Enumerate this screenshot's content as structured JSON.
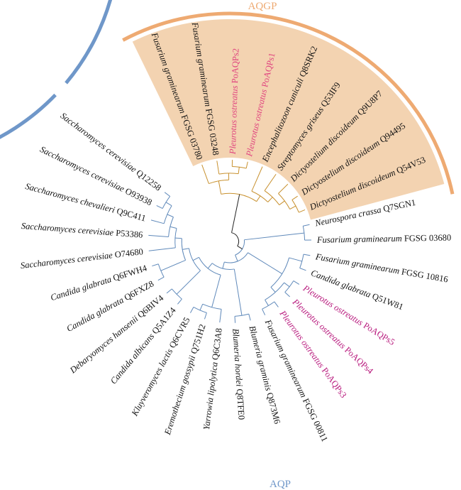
{
  "clades": [
    {
      "name": "AQGP",
      "color": "#eeaa72",
      "fill": "#f3d3b1",
      "branch": "#c8912f"
    },
    {
      "name": "AQP",
      "color": "#6f97c9",
      "fill": "#cad8ed",
      "branch": "#5f89ba"
    }
  ],
  "highlight_colors": {
    "pink": "#e0457f",
    "magenta": "#b8197d",
    "default": "#111111"
  },
  "leaves": [
    {
      "species": "Fusarium graminearum",
      "id": "FGSG 03780",
      "clade": 0
    },
    {
      "species": "Fusarium graminearum",
      "id": "FGSG 03248",
      "clade": 0
    },
    {
      "species": "Pleurotus ostreatus",
      "id": "PoAQPs2",
      "clade": 0,
      "highlight": "pink"
    },
    {
      "species": "Pleurotus ostreatus",
      "id": "PoAQPs1",
      "clade": 0,
      "highlight": "pink"
    },
    {
      "species": "Encephalitozoon cuniculi",
      "id": "Q8SRK2",
      "clade": 0
    },
    {
      "species": "Streptomyces griseus",
      "id": "Q53IF9",
      "clade": 0
    },
    {
      "species": "Dictyostelium discoideum",
      "id": "Q9U8P7",
      "clade": 0
    },
    {
      "species": "Dictyostelium discoideum",
      "id": "Q94495",
      "clade": 0
    },
    {
      "species": "Dictyostelium discoideum",
      "id": "Q54V53",
      "clade": 0
    },
    {
      "species": "Neurospora crassa",
      "id": "Q7SGN1",
      "clade": 1
    },
    {
      "species": "Fusarium graminearum",
      "id": "FGSG 03680",
      "clade": 1
    },
    {
      "species": "Fusarium graminearum",
      "id": "FGSG 10816",
      "clade": 1
    },
    {
      "species": "Candida glabrata",
      "id": "Q51W81",
      "clade": 1
    },
    {
      "species": "Pleurotus ostreatus",
      "id": "PoAQPs5",
      "clade": 1,
      "highlight": "magenta"
    },
    {
      "species": "Pleurotus ostreatus",
      "id": "PoAQPs4",
      "clade": 1,
      "highlight": "magenta"
    },
    {
      "species": "Pleurotus ostreatus",
      "id": "PoAQPs3",
      "clade": 1,
      "highlight": "magenta"
    },
    {
      "species": "Fusarium graminearum",
      "id": "FGSG 00811",
      "clade": 1
    },
    {
      "species": "Blumeria graminis",
      "id": "Q873M6",
      "clade": 1
    },
    {
      "species": "Blumeria hordei",
      "id": "Q8TFE0",
      "clade": 1
    },
    {
      "species": "Yarrowia lipolytica",
      "id": "Q6C3A8",
      "clade": 1
    },
    {
      "species": "Eremothecium gossypii",
      "id": "Q751H2",
      "clade": 1
    },
    {
      "species": "Kluyveromyces lactis",
      "id": "Q6CVR5",
      "clade": 1
    },
    {
      "species": "Candida albicans",
      "id": "Q5A1Z4",
      "clade": 1
    },
    {
      "species": "Debaryomyces hansenii",
      "id": "Q6BIV4",
      "clade": 1
    },
    {
      "species": "Candida glabrata",
      "id": "Q6FXZ8",
      "clade": 1
    },
    {
      "species": "Candida glabrata",
      "id": "Q6FWH4",
      "clade": 1
    },
    {
      "species": "Saccharomyces cerevisiae",
      "id": "O74680",
      "clade": 1
    },
    {
      "species": "Saccharomyces cerevisiae",
      "id": "P53386",
      "clade": 1
    },
    {
      "species": "Saccharomyces chevalieri",
      "id": "Q9C411",
      "clade": 1
    },
    {
      "species": "Saccharomyces cerevisiae",
      "id": "O93938",
      "clade": 1
    },
    {
      "species": "Saccharomyces cerevisiae",
      "id": "Q12258",
      "clade": 1
    }
  ],
  "tree": [
    [
      [
        0,
        [
          1,
          [
            2,
            3
          ]
        ]
      ],
      [
        4,
        [
          5,
          [
            6,
            [
              7,
              8
            ]
          ]
        ]
      ]
    ],
    [
      [
        9,
        10
      ],
      [
        [
          [
            11,
            12
          ],
          [
            [
              13,
              14
            ],
            [
              15,
              16
            ]
          ]
        ],
        [
          [
            17,
            18
          ],
          [
            [
              19,
              [
                20,
                21
              ]
            ],
            [
              [
                22,
                23
              ],
              [
                [
                  24,
                  25
                ],
                [
                  26,
                  [
                    27,
                    [
                      28,
                      [
                        29,
                        30
                      ]
                    ]
                  ]
                ]
              ]
            ]
          ]
        ]
      ]
    ]
  ]
}
